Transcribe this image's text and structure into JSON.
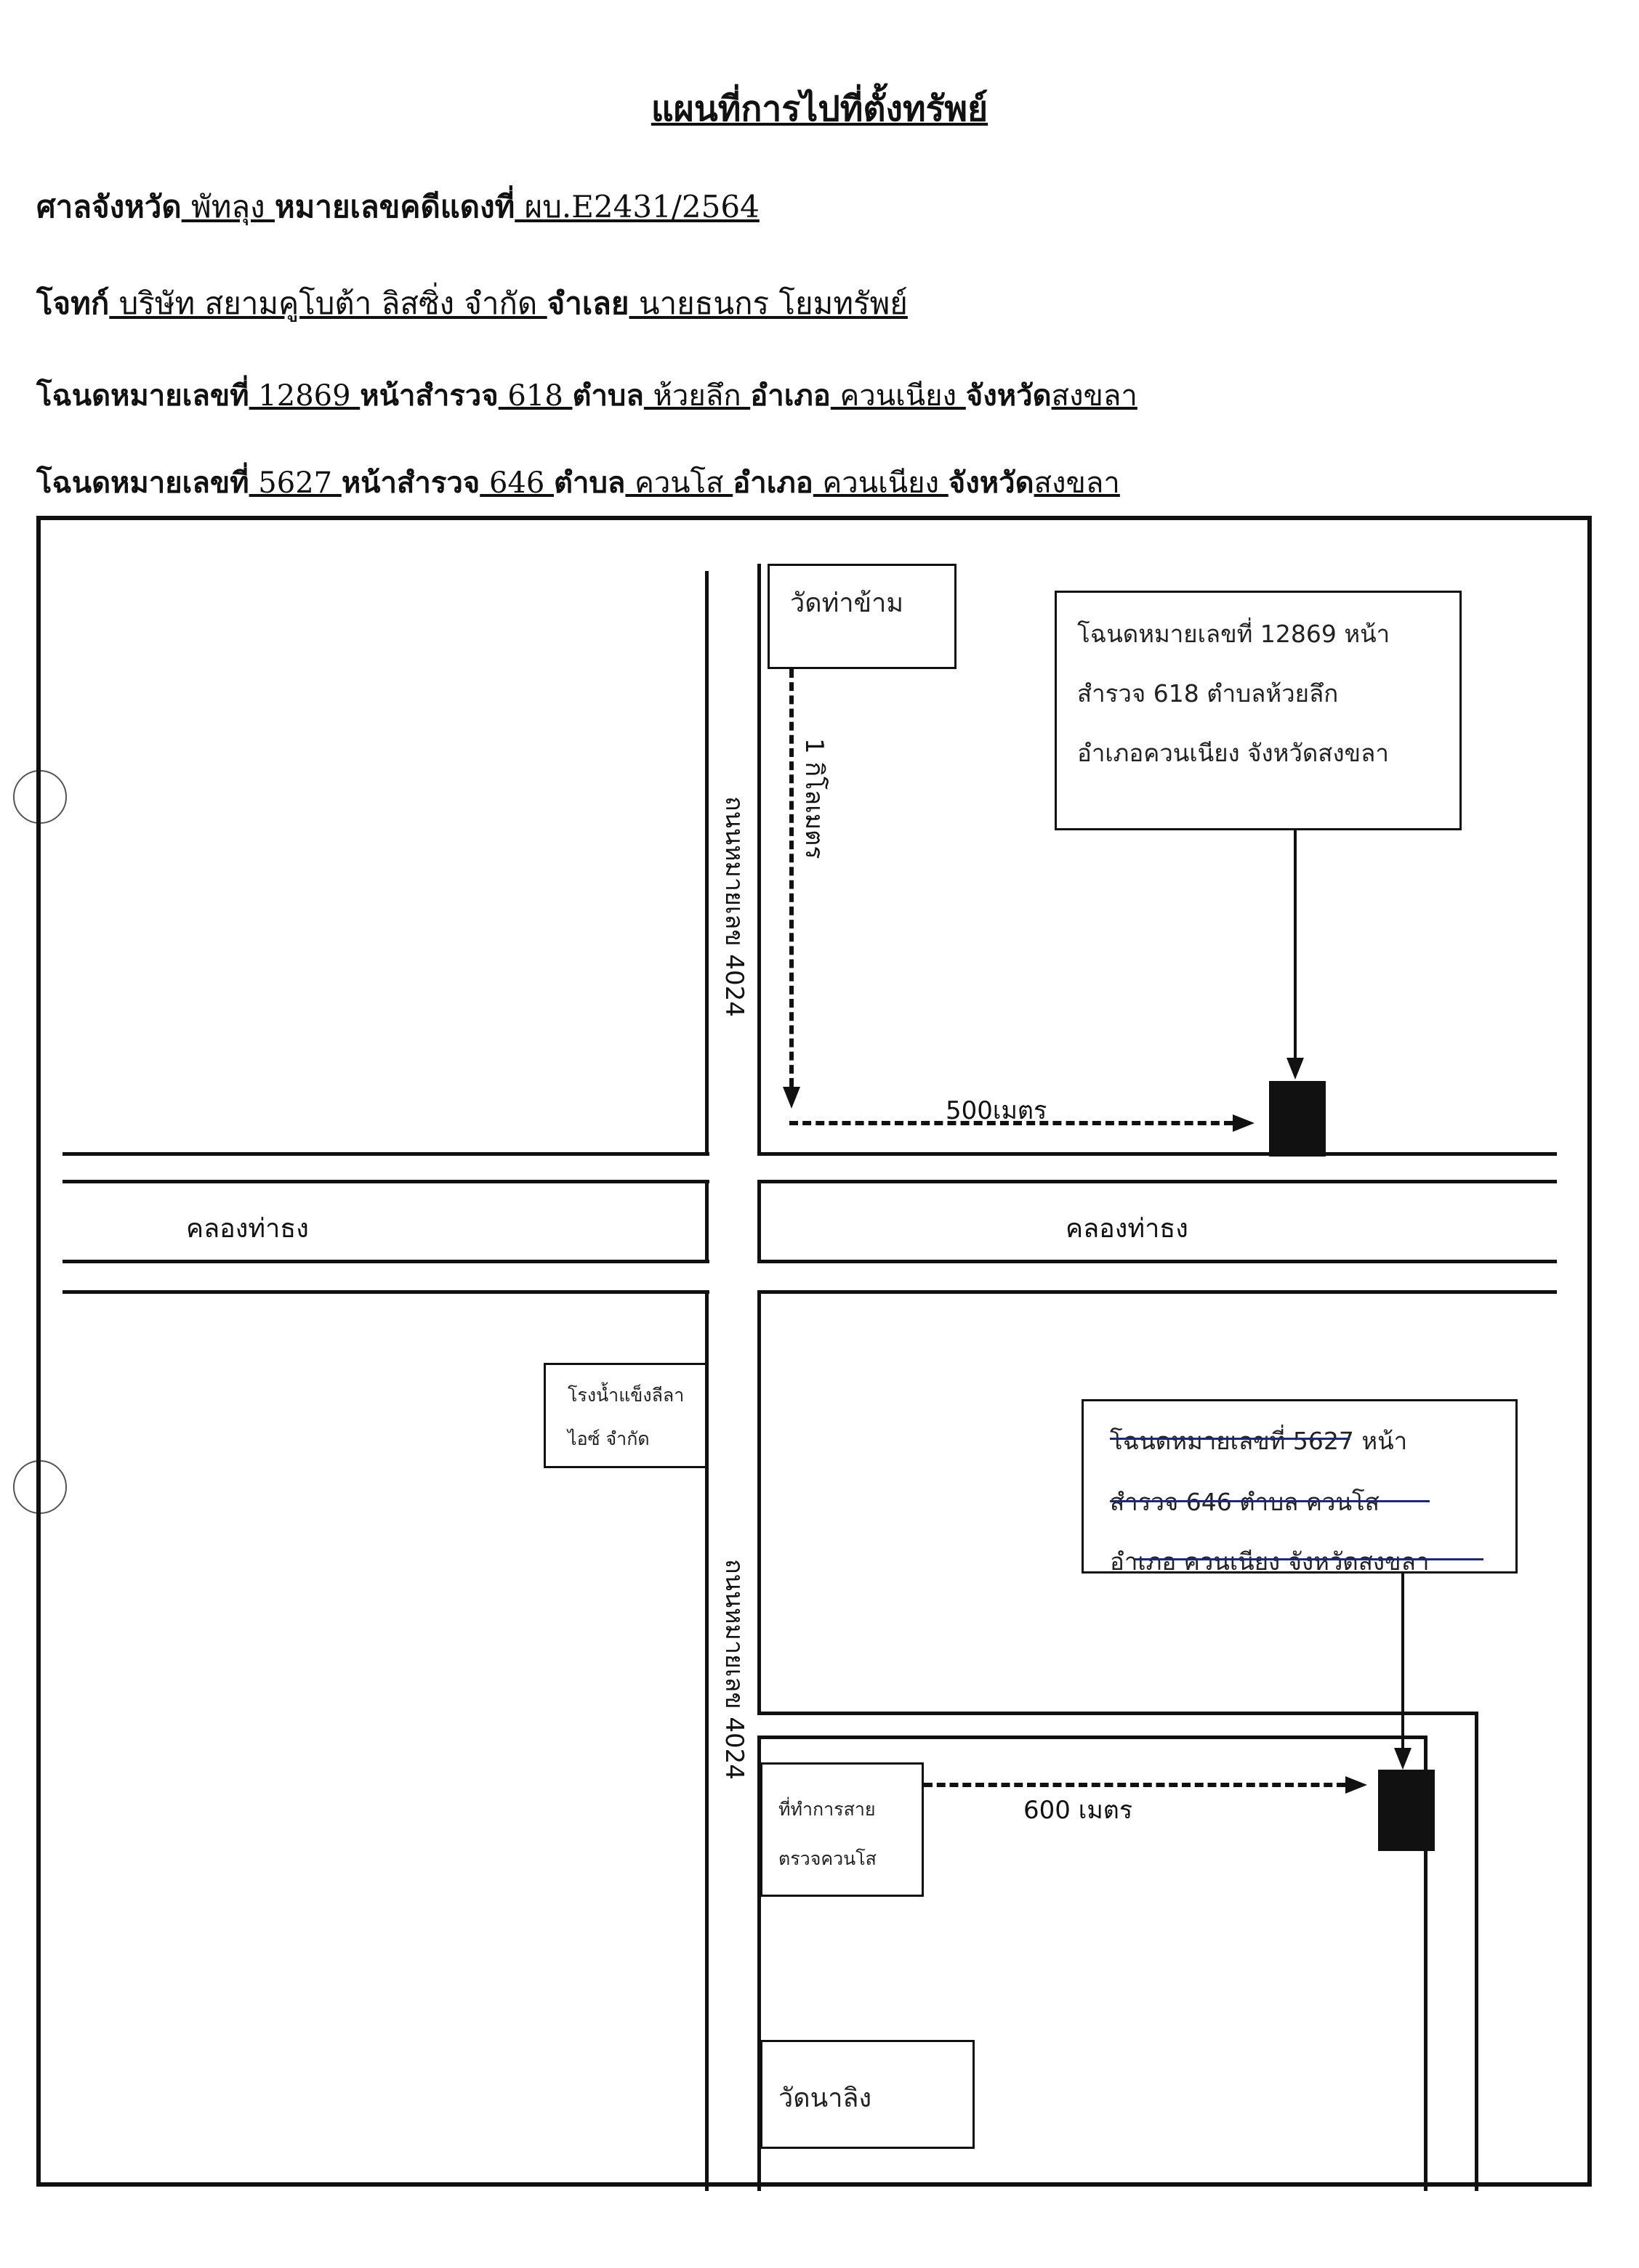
{
  "header": {
    "title": "แผนที่การไปที่ตั้งทรัพย์",
    "court_label": "ศาลจังหวัด",
    "court_value": " พัทลุง ",
    "case_label": "หมายเลขคดีแดงที่",
    "case_value": "  ผบ.E2431/2564",
    "plaintiff_label": "โจทก์",
    "plaintiff_value": " บริษัท สยามคูโบต้า ลิสซิ่ง   จำกัด ",
    "defendant_label": "จำเลย",
    "defendant_value": " นายธนกร  โยมทรัพย์",
    "deed1": {
      "deed_label": "โฉนดหมายเลขที่",
      "deed_value": " 12869 ",
      "page_label": "หน้าสำรวจ",
      "page_value": " 618 ",
      "tambon_label": "ตำบล",
      "tambon_value": " ห้วยลึก ",
      "amphoe_label": "อำเภอ",
      "amphoe_value": " ควนเนียง ",
      "province_label": "จังหวัด",
      "province_value": "สงขลา"
    },
    "deed2": {
      "deed_label": "โฉนดหมายเลขที่",
      "deed_value": " 5627 ",
      "page_label": "หน้าสำรวจ",
      "page_value": "  646  ",
      "tambon_label": "ตำบล",
      "tambon_value": " ควนโส ",
      "amphoe_label": "อำเภอ",
      "amphoe_value": " ควนเนียง ",
      "province_label": "จังหวัด",
      "province_value": "สงขลา"
    }
  },
  "map": {
    "temple_top": "วัดท่าข้าม",
    "distance_vertical": "1 กิโลเมตร",
    "road_top": "ถนนหมายเลข 4024",
    "road_bottom": "ถนนหมายเลข 4024",
    "canal_left": "คลองท่าธง",
    "canal_right": "คลองท่าธง",
    "distance_top": "500เมตร",
    "distance_bottom": "600 เมตร",
    "deed1_box": {
      "line1": "โฉนดหมายเลขที่  12869  หน้า",
      "line2": "สำรวจ  618  ตำบลห้วยลึก",
      "line3": "อำเภอควนเนียง  จังหวัดสงขลา"
    },
    "deed2_box": {
      "line1": "โฉนดหมายเลขที่ 5627 หน้า",
      "line2": "สำรวจ  646  ตำบล ควนโส",
      "line3": "อำเภอ ควนเนียง  จังหวัดสงขลา"
    },
    "ice_factory_line1": "โรงน้ำแข็งลีลา",
    "ice_factory_line2": "ไอซ์ จำกัด",
    "post_office_line1": "ที่ทำการสาย",
    "post_office_line2": "ตรวจควนโส",
    "temple_bottom": "วัดนาลิง"
  }
}
